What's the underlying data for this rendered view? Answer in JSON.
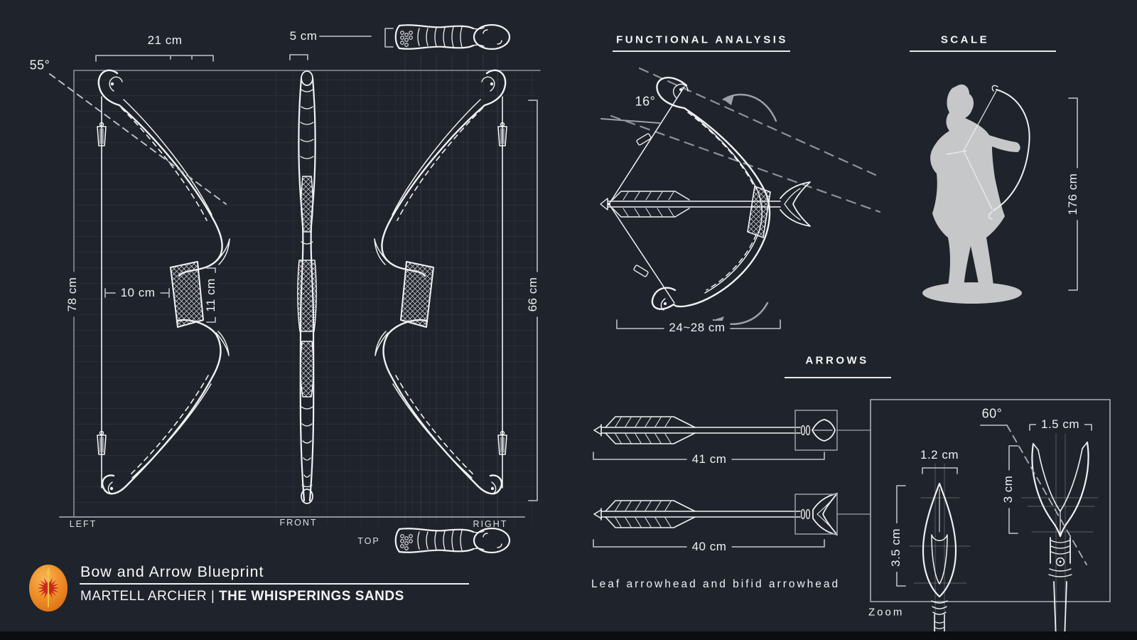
{
  "colors": {
    "background": "#1f232b",
    "linework": "#eff1f3",
    "dim_gray": "#a9b0b8",
    "silhouette": "#c6c7c9",
    "logo_orange": "#ee8d26",
    "logo_sun_red": "#c8281c",
    "logo_spear_gold": "#f2c245"
  },
  "titleblock": {
    "title": "Bow and Arrow Blueprint",
    "maker": "MARTELL ARCHER",
    "divider": "|",
    "collection": "THE WHISPERINGS SANDS"
  },
  "views": {
    "left": "LEFT",
    "front": "FRONT",
    "right": "RIGHT",
    "top": "TOP"
  },
  "dimensions": {
    "bow_width": "21 cm",
    "grip_width": "5 cm",
    "tip_angle": "55°",
    "bow_length": "78 cm",
    "grip_length": "10 cm",
    "wrap_length": "11 cm",
    "string_length": "66 cm"
  },
  "functional": {
    "title": "FUNCTIONAL ANALYSIS",
    "string_angle": "16°",
    "draw_length": "24~28 cm"
  },
  "scale": {
    "title": "SCALE",
    "archer_height": "176 cm"
  },
  "arrows": {
    "title": "ARROWS",
    "arrow1_length": "41 cm",
    "arrow2_length": "40 cm",
    "caption": "Leaf arrowhead and bifid arrowhead"
  },
  "zoom": {
    "label": "Zoom",
    "leaf_width": "1.2 cm",
    "leaf_height": "3.5 cm",
    "fork_angle": "60°",
    "fork_width": "1.5 cm",
    "fork_depth": "3 cm"
  }
}
